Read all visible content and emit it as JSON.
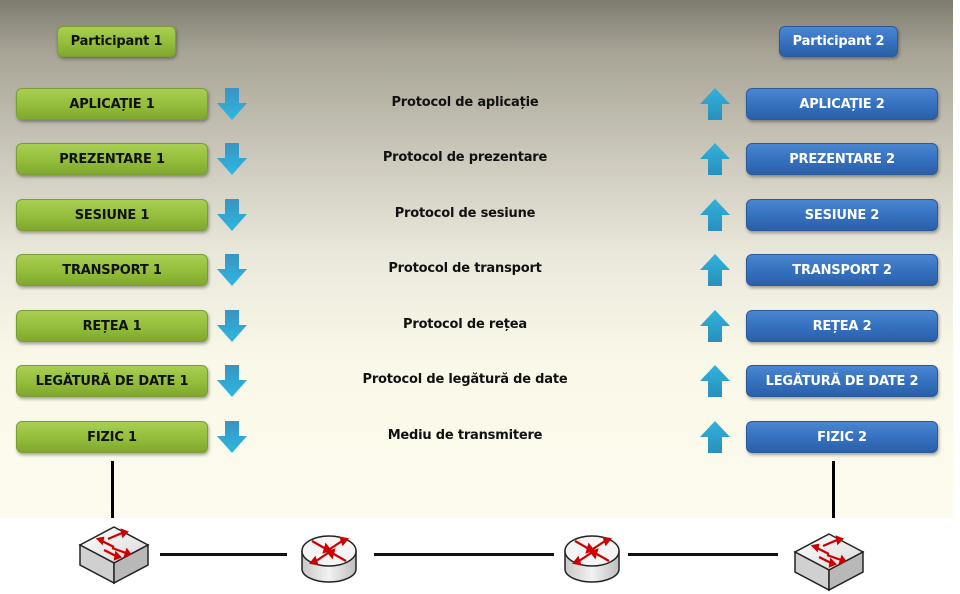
{
  "participants": {
    "left": "Participant 1",
    "right": "Participant 2"
  },
  "layers": [
    {
      "left": "APLICAȚIE 1",
      "protocol": "Protocol de aplicație",
      "right": "APLICAȚIE 2"
    },
    {
      "left": "PREZENTARE 1",
      "protocol": "Protocol de prezentare",
      "right": "PREZENTARE 2"
    },
    {
      "left": "SESIUNE 1",
      "protocol": "Protocol de sesiune",
      "right": "SESIUNE 2"
    },
    {
      "left": "TRANSPORT 1",
      "protocol": "Protocol de transport",
      "right": "TRANSPORT 2"
    },
    {
      "left": "REȚEA 1",
      "protocol": "Protocol de rețea",
      "right": "REȚEA 2"
    },
    {
      "left": "LEGĂTURĂ DE DATE 1",
      "protocol": "Protocol de legătură de date",
      "right": "LEGĂTURĂ DE DATE 2"
    },
    {
      "left": "FIZIC 1",
      "protocol": "Mediu de transmitere",
      "right": "FIZIC 2"
    }
  ],
  "arrows": {
    "left_direction": "down",
    "right_direction": "up",
    "color": "#2fa8d4"
  },
  "colors": {
    "participant1": "#93bd3a",
    "participant2": "#3570be",
    "network_arrow": "#d01010"
  },
  "network": {
    "devices": [
      {
        "type": "switch-icon"
      },
      {
        "type": "router-icon"
      },
      {
        "type": "router-icon"
      },
      {
        "type": "switch-icon"
      }
    ]
  }
}
